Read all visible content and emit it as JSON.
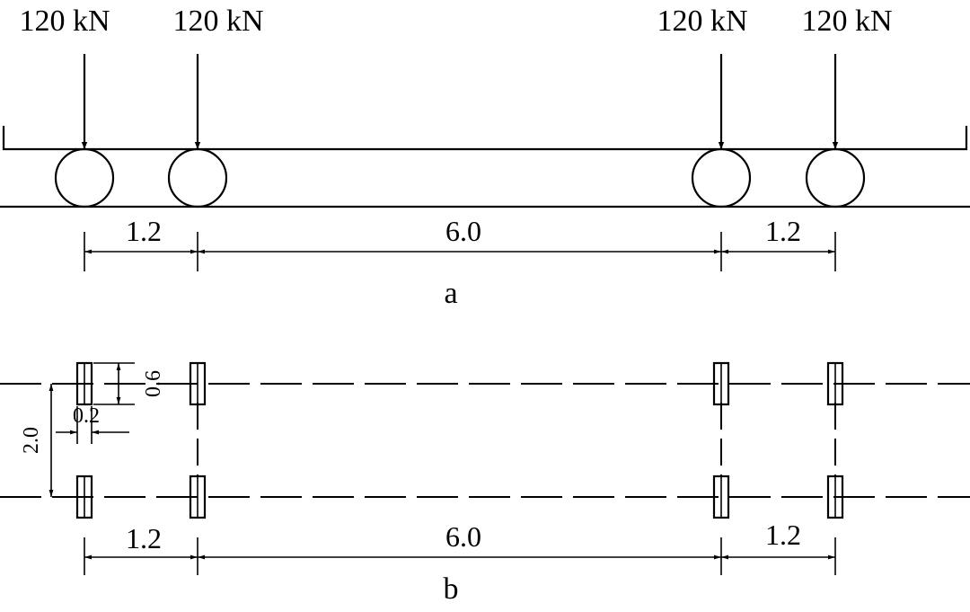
{
  "diagram": {
    "load_label": "120 kN",
    "spacing_small": "1.2",
    "spacing_large": "6.0",
    "caption_a": "a",
    "caption_b": "b",
    "wheel_track": "2.0",
    "contact_width": "0.2",
    "contact_length": "0.6"
  }
}
